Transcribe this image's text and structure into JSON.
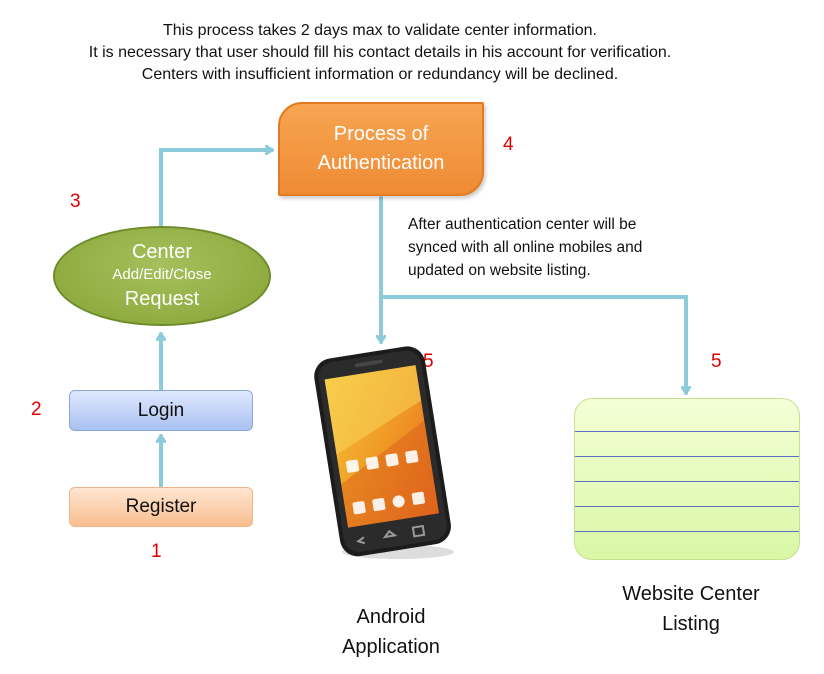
{
  "header": {
    "lines": [
      "This process takes 2 days max to validate center information.",
      "It is necessary that user should fill his contact details in his account for verification.",
      "Centers with insufficient information or redundancy will be declined."
    ]
  },
  "nodes": {
    "register": "Register",
    "login": "Login",
    "center_request": {
      "line1": "Center",
      "line2": "Add/Edit/Close",
      "line3": "Request"
    },
    "process": {
      "line1": "Process of",
      "line2": "Authentication"
    },
    "android": {
      "line1": "Android",
      "line2": "Application"
    },
    "website": {
      "line1": "Website Center",
      "line2": "Listing"
    }
  },
  "step_numbers": {
    "register": "1",
    "login": "2",
    "center_request": "3",
    "process": "4",
    "android": "5",
    "website": "5"
  },
  "note": {
    "lines": [
      "After authentication center will be",
      "synced with all online mobiles and",
      "updated on website listing."
    ]
  },
  "colors": {
    "arrow": "#8ccbdc",
    "number": "#e00000",
    "process_fill": "#f39441",
    "ellipse_fill": "#94b245",
    "login_fill": "#c3d5f6",
    "register_fill": "#fbd1ae",
    "listing_fill": "#e6fbbd"
  },
  "icons": {
    "phone": "android-phone-icon"
  }
}
